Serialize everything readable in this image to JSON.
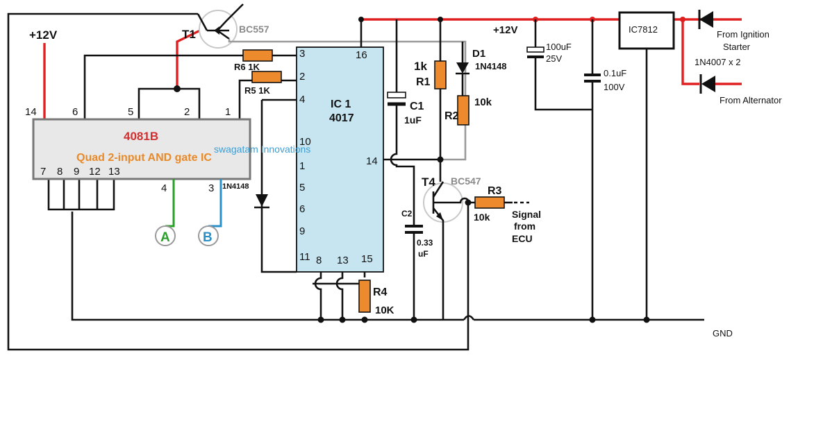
{
  "and_gate": {
    "name": "4081B",
    "description": "Quad 2-input AND gate IC",
    "supply_label": "+12V",
    "pins_top": [
      "14",
      "6",
      "5",
      "2",
      "1"
    ],
    "pins_bottom": [
      "7",
      "8",
      "9",
      "12",
      "13"
    ],
    "pins_out": [
      "4",
      "3"
    ]
  },
  "counter": {
    "name_line1": "IC 1",
    "name_line2": "4017",
    "pins_left": [
      "3",
      "2",
      "4",
      "10",
      "1",
      "5",
      "6",
      "9",
      "11"
    ],
    "pin_vcc": "16",
    "pin_clock": "14",
    "pins_bottom": [
      "8",
      "13",
      "15"
    ]
  },
  "watermark": "swagatam Innovations",
  "components": {
    "t1": {
      "ref": "T1",
      "part": "BC557"
    },
    "t4": {
      "ref": "T4",
      "part": "BC547"
    },
    "r6": "R6 1K",
    "r5": "R5 1K",
    "r1_value": "1k",
    "r1_ref": "R1",
    "r2_ref": "R2",
    "r2_value": "10k",
    "d1_ref": "D1",
    "d1_part": "1N4148",
    "diode_left": "1N4148",
    "c1_ref": "C1",
    "c1_value": "1uF",
    "c2_ref": "C2",
    "c2_value_1": "0.33",
    "c2_value_2": "uF",
    "r3_ref": "R3",
    "r3_value": "10k",
    "r4_ref": "R4",
    "r4_value": "10K",
    "cap_big_1": "100uF",
    "cap_big_2": "25V",
    "cap_small_1": "0.1uF",
    "cap_small_2": "100V",
    "regulator": "IC7812",
    "diodes_label": "1N4007  x  2"
  },
  "labels": {
    "supply_mid": "+12V",
    "from_ignition_1": "From Ignition",
    "from_ignition_2": "Starter",
    "from_alternator": "From Alternator",
    "signal_1": "Signal",
    "signal_2": "from",
    "signal_3": "ECU",
    "gnd": "GND",
    "output_a": "A",
    "output_b": "B"
  },
  "colors": {
    "supply": "#e02020",
    "output_a": "#2aa02a",
    "output_b": "#2a90c8",
    "ic_title": "#d03030",
    "ic_subtitle": "#e88a2a",
    "watermark": "#3aa0d8",
    "resistor": "#ee8a2e"
  }
}
